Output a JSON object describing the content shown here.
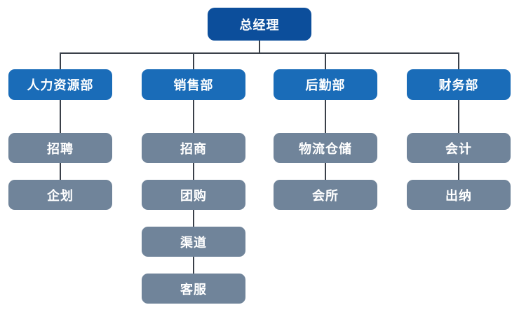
{
  "colors": {
    "root_fill": "#0c4e9b",
    "dept_fill": "#1a6cb8",
    "unit_fill": "#70849a",
    "text": "#ffffff",
    "line": "#3a4049"
  },
  "chart_data": {
    "type": "table",
    "title": "",
    "structure": "organization-chart",
    "root": "总经理",
    "levels": [
      "总经理",
      "部门",
      "科室"
    ],
    "departments": [
      {
        "name": "人力资源部",
        "children": [
          "招聘",
          "企划"
        ]
      },
      {
        "name": "销售部",
        "children": [
          "招商",
          "团购",
          "渠道",
          "客服"
        ]
      },
      {
        "name": "后勤部",
        "children": [
          "物流仓储",
          "会所"
        ]
      },
      {
        "name": "财务部",
        "children": [
          "会计",
          "出纳"
        ]
      }
    ]
  },
  "org": {
    "root": {
      "label": "总经理"
    },
    "departments": [
      {
        "label": "人力资源部",
        "children": [
          {
            "label": "招聘"
          },
          {
            "label": "企划"
          }
        ]
      },
      {
        "label": "销售部",
        "children": [
          {
            "label": "招商"
          },
          {
            "label": "团购"
          },
          {
            "label": "渠道"
          },
          {
            "label": "客服"
          }
        ]
      },
      {
        "label": "后勤部",
        "children": [
          {
            "label": "物流仓储"
          },
          {
            "label": "会所"
          }
        ]
      },
      {
        "label": "财务部",
        "children": [
          {
            "label": "会计"
          },
          {
            "label": "出纳"
          }
        ]
      }
    ]
  }
}
